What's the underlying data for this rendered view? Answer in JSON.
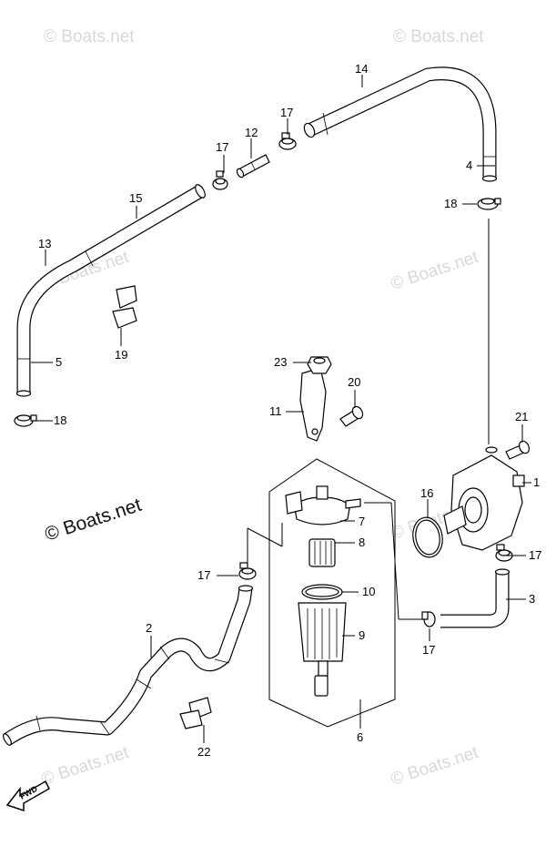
{
  "watermarks": {
    "top_left": "© Boats.net",
    "top_right": "© Boats.net",
    "mid_left": "© Boats.net",
    "mid_right": "© Boats.net",
    "center_right": "© Boats.net",
    "bottom_left": "© Boats.net",
    "bottom_right": "© Boats.net",
    "center_big": "© Boats.net"
  },
  "fwd_label": "FWD",
  "callouts": {
    "p1": "1",
    "p2": "2",
    "p3": "3",
    "p4": "4",
    "p5": "5",
    "p6": "6",
    "p7": "7",
    "p8": "8",
    "p9": "9",
    "p10": "10",
    "p11": "11",
    "p12": "12",
    "p13": "13",
    "p14": "14",
    "p15": "15",
    "p16": "16",
    "p17a": "17",
    "p17b": "17",
    "p17c": "17",
    "p17d": "17",
    "p17e": "17",
    "p18a": "18",
    "p18b": "18",
    "p19": "19",
    "p20": "20",
    "p21": "21",
    "p22": "22",
    "p23": "23"
  }
}
